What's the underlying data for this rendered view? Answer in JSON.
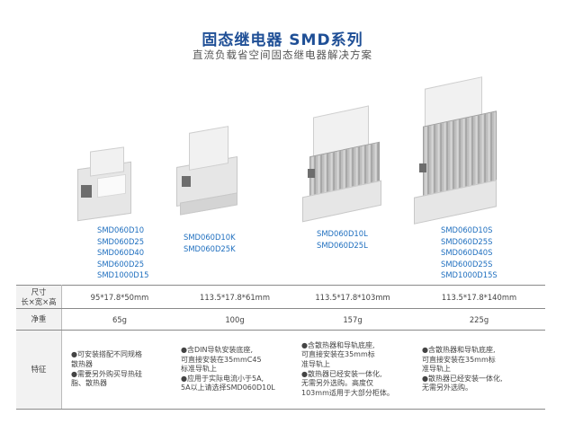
{
  "header": {
    "title": "固态继电器 SMD系列",
    "subtitle": "直流负载省空间固态继电器解决方案"
  },
  "products": [
    {
      "models": [
        "SMD060D10",
        "SMD060D25",
        "SMD060D40",
        "SMD600D25",
        "SMD1000D15"
      ]
    },
    {
      "models": [
        "SMD060D10K",
        "SMD060D25K"
      ]
    },
    {
      "models": [
        "SMD060D10L",
        "SMD060D25L"
      ]
    },
    {
      "models": [
        "SMD060D10S",
        "SMD060D25S",
        "SMD060D40S",
        "SMD600D25S",
        "SMD1000D15S"
      ]
    }
  ],
  "spec_table": {
    "rows": [
      {
        "label_lines": [
          "尺寸",
          "长×宽×高"
        ],
        "values": [
          "95*17.8*50mm",
          "113.5*17.8*61mm",
          "113.5*17.8*103mm",
          "113.5*17.8*140mm"
        ]
      },
      {
        "label_lines": [
          "净重"
        ],
        "values": [
          "65g",
          "100g",
          "157g",
          "225g"
        ]
      }
    ],
    "features": {
      "label": "特征",
      "columns": [
        [
          "●可安装搭配不同规格",
          "  散热器",
          "●需要另外购买导热硅",
          "  脂、散热器"
        ],
        [
          "●含DIN导轨安装底座,",
          "  可直接安装在35mmC45",
          "  标准导轨上",
          "●应用于实际电流小于5A,",
          "  5A以上请选择SMD060D10L"
        ],
        [
          "●含散热器和导轨底座,",
          "  可直接安装在35mm标",
          "  准导轨上",
          "●散热器已经安装一体化,",
          "  无需另外选购。高度仅",
          "  103mm适用于大部分柜体。"
        ],
        [
          "●含散热器和导轨底座,",
          "  可直接安装在35mm标",
          "  准导轨上",
          "●散热器已经安装一体化,",
          "  无需另外选购。"
        ]
      ]
    }
  }
}
